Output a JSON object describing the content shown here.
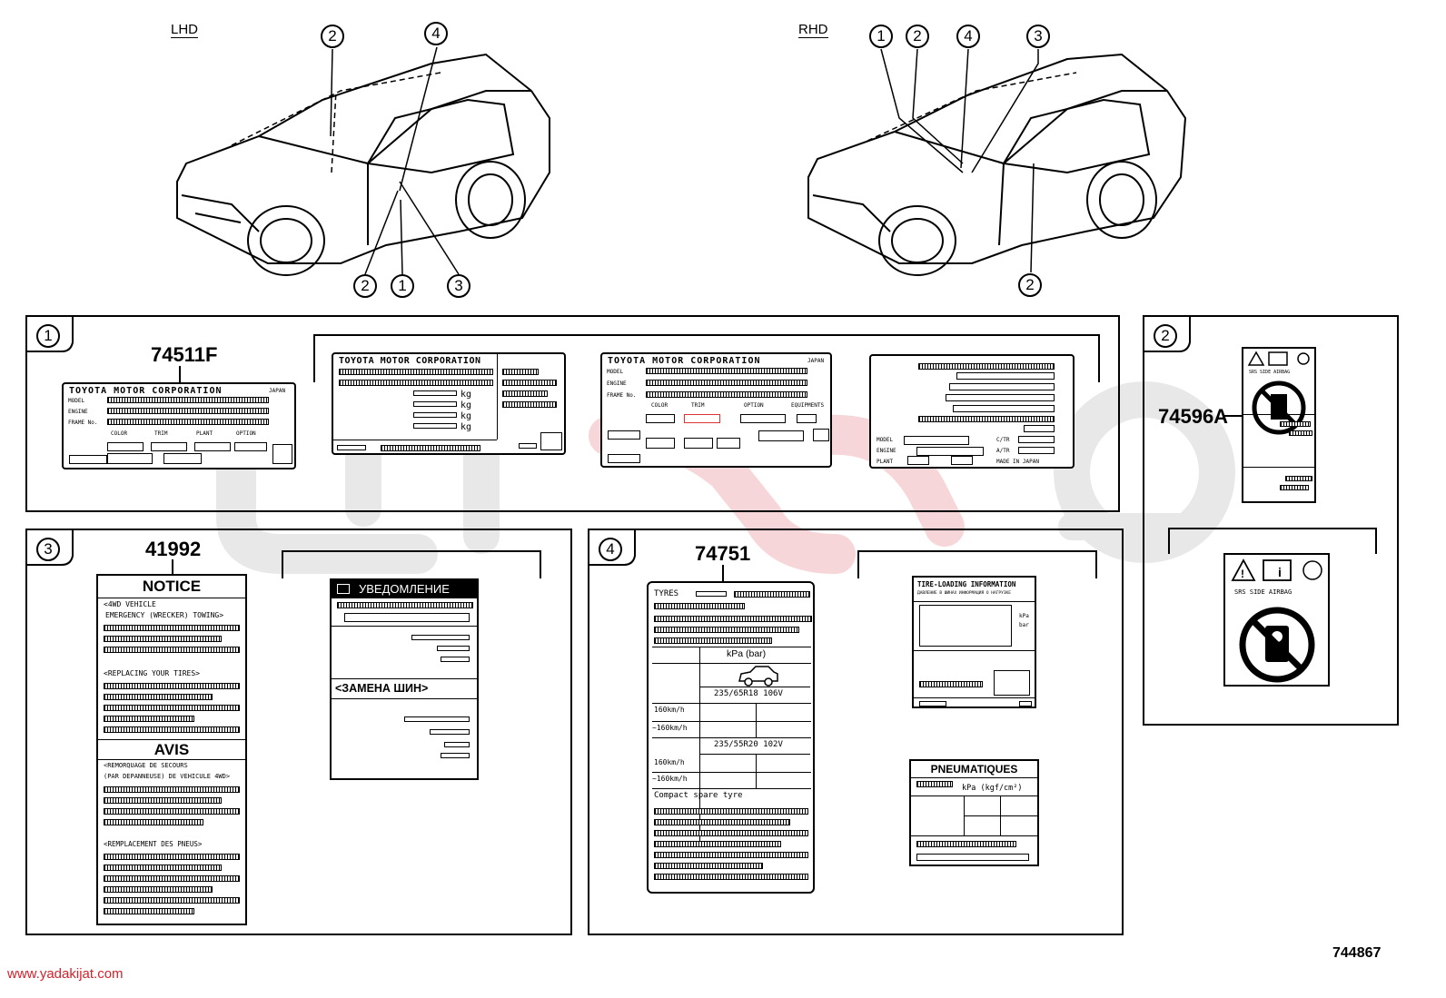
{
  "views": {
    "lhd": "LHD",
    "rhd": "RHD",
    "lhd_callouts": [
      "2",
      "4",
      "2",
      "1",
      "3"
    ],
    "rhd_callouts": [
      "1",
      "2",
      "4",
      "3",
      "2"
    ]
  },
  "panel1": {
    "num": "1",
    "part": "74511F",
    "label1": {
      "maker": "TOYOTA MOTOR CORPORATION",
      "country": "JAPAN",
      "rows": [
        "MODEL",
        "ENGINE",
        "FRAME No."
      ],
      "cols": [
        "COLOR",
        "TRIM",
        "PLANT",
        "OPTION"
      ]
    },
    "label2": {
      "maker": "TOYOTA MOTOR CORPORATION",
      "units": [
        "kg",
        "kg",
        "kg",
        "kg"
      ]
    },
    "label3": {
      "maker": "TOYOTA MOTOR CORPORATION",
      "country": "JAPAN",
      "rows": [
        "MODEL",
        "ENGINE",
        "FRAME No."
      ],
      "cols": [
        "COLOR",
        "TRIM",
        "OPTION",
        "EQUIPMENTS"
      ]
    },
    "label4": {
      "rows": [
        "MODEL",
        "ENGINE",
        "PLANT"
      ],
      "right": [
        "C/TR",
        "A/TR",
        "MADE IN JAPAN"
      ]
    }
  },
  "panel2": {
    "num": "2",
    "part": "74596A",
    "airbag": "SRS SIDE AIRBAG"
  },
  "panel3": {
    "num": "3",
    "part": "41992",
    "notice": {
      "title": "NOTICE",
      "s1": "<4WD VEHICLE",
      "s1b": "EMERGENCY (WRECKER) TOWING>",
      "s2": "<REPLACING YOUR TIRES>"
    },
    "avis": {
      "title": "AVIS",
      "s1": "<REMORQUAGE DE SECOURS",
      "s1b": "(PAR DEPANNEUSE) DE VEHICULE 4WD>",
      "s2": "<REMPLACEMENT DES PNEUS>"
    },
    "ru": {
      "title": "УВЕДОМЛЕНИЕ",
      "s2": "<ЗАМЕНА ШИН>"
    }
  },
  "panel4": {
    "num": "4",
    "part": "74751",
    "tyres": {
      "title": "TYRES",
      "unit": "kPa (bar)",
      "size1": "235/65R18  106V",
      "size2": "235/55R20  102V",
      "speed_a": "160km/h",
      "speed_b": "~160km/h",
      "spare": "Compact  spare tyre"
    },
    "loading": {
      "title": "TIRE-LOADING INFORMATION",
      "sub": "ДАВЛЕНИЕ В ШИНАХ  ИНФОРМАЦИЯ О НАГРУЗКЕ",
      "unit": "kPa",
      "unit2": "bar"
    },
    "pneu": {
      "title": "PNEUMATIQUES",
      "unit": "kPa (kgf/cm²)"
    }
  },
  "footer": {
    "code": "744867",
    "site": "www.yadakijat.com"
  },
  "colors": {
    "line": "#000000",
    "watermark_grey": "#e6e6e6",
    "watermark_red": "#f5d3d6",
    "site": "#d6212b"
  }
}
